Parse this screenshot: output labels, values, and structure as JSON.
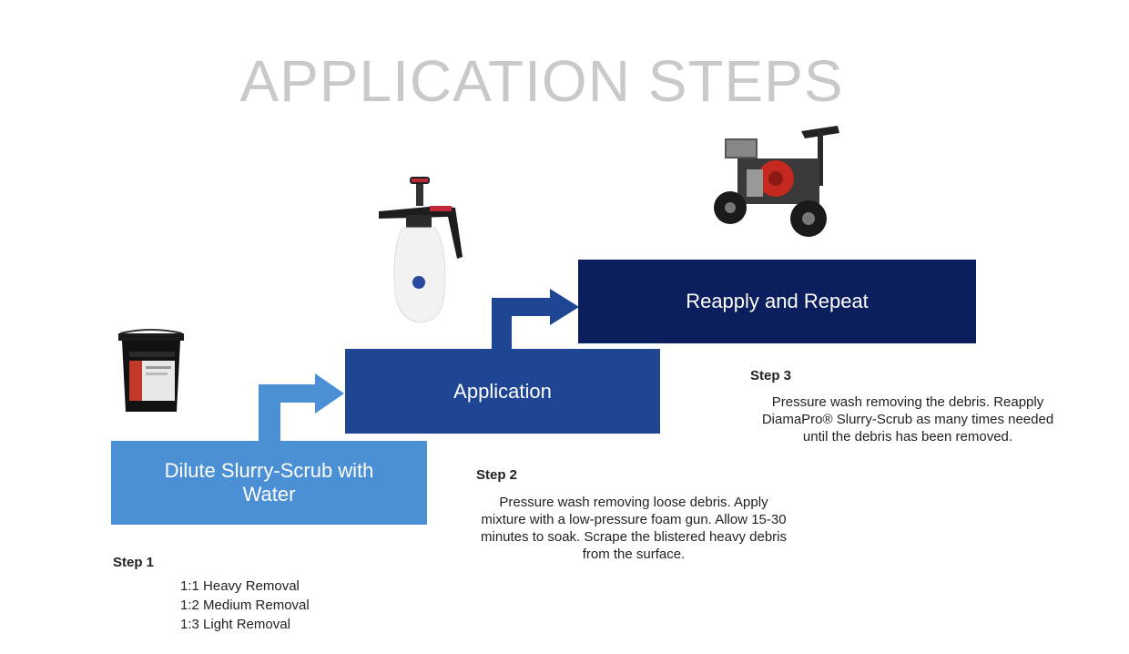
{
  "title": "APPLICATION STEPS",
  "boxes": {
    "step1": "Dilute Slurry-Scrub with Water",
    "step2": "Application",
    "step3": "Reapply and Repeat"
  },
  "step1": {
    "label": "Step 1",
    "ratios": [
      "1:1 Heavy Removal",
      "1:2 Medium Removal",
      "1:3 Light Removal"
    ]
  },
  "step2": {
    "label": "Step 2",
    "text": "Pressure wash removing loose debris. Apply mixture with a low-pressure foam gun. Allow 15-30 minutes to soak. Scrape the blistered heavy debris from the surface."
  },
  "step3": {
    "label": "Step 3",
    "text": "Pressure wash removing the debris. Reapply DiamaPro® Slurry-Scrub as many times needed until the debris has been removed."
  },
  "images": {
    "bucket": "bucket-image",
    "sprayer": "sprayer-image",
    "pressure_washer": "pressure-washer-image"
  },
  "colors": {
    "box1": "#4b8fd4",
    "box2": "#1f4595",
    "box3": "#0b1f5e",
    "title": "#c9c9c9"
  }
}
